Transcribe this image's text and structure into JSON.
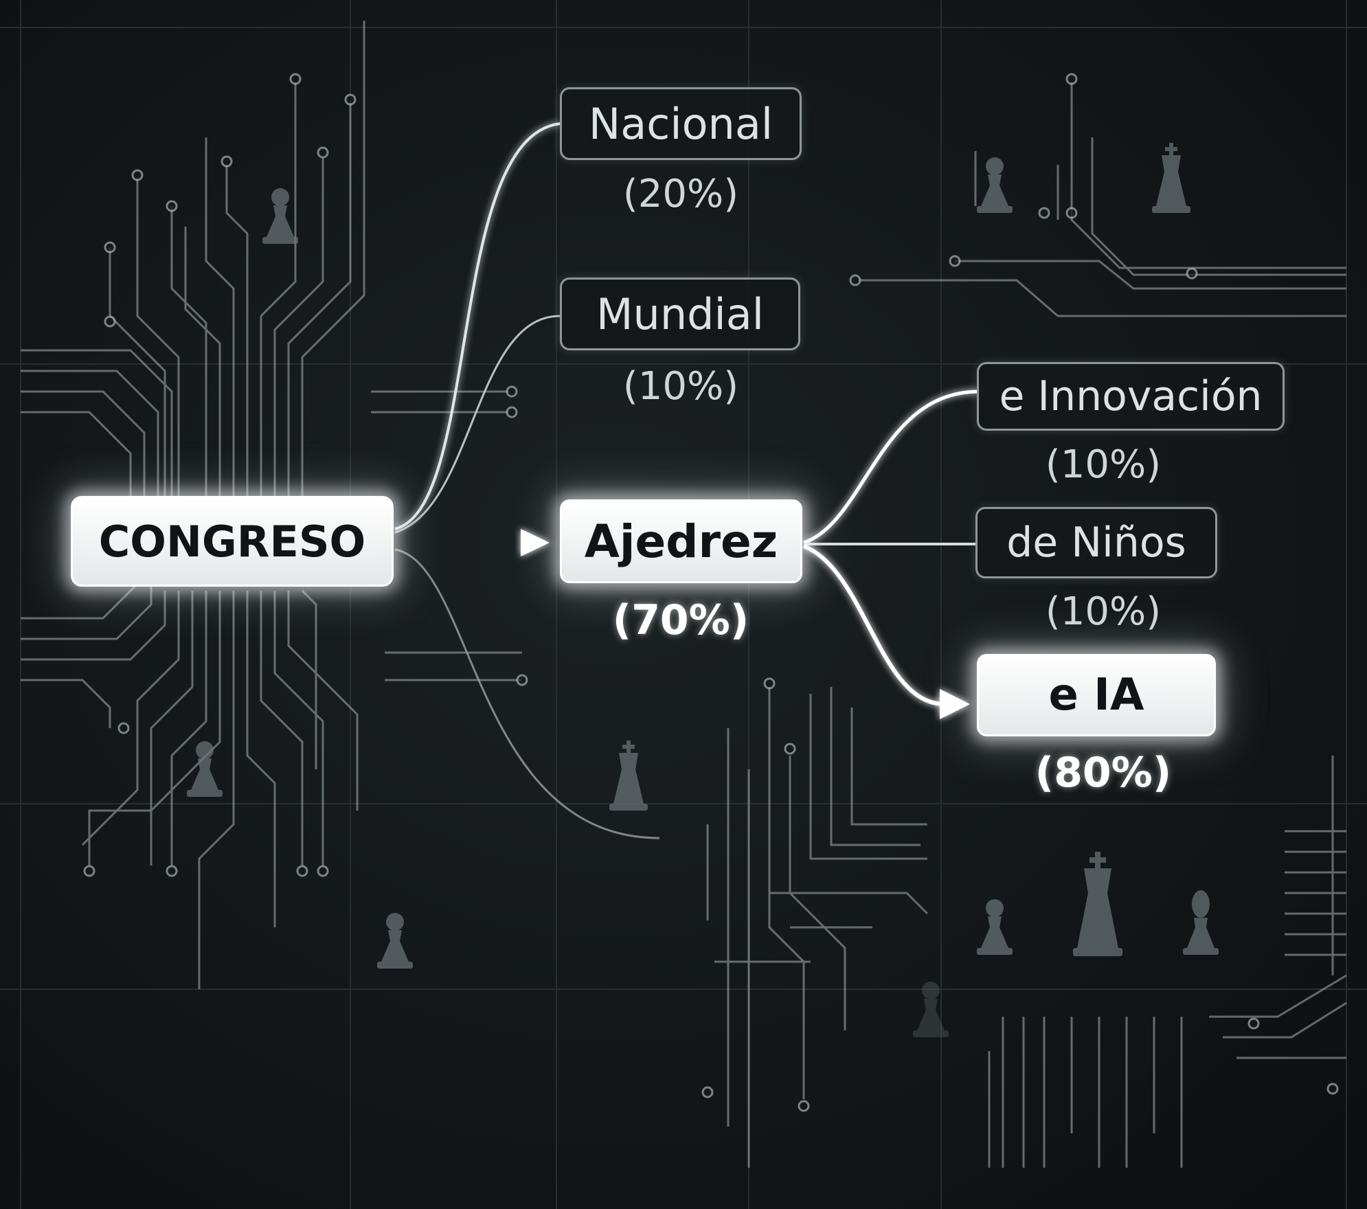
{
  "colors": {
    "background": "#111416",
    "circuit": "#a9b1b5",
    "link_bright": "#ffffff",
    "link_dim": "#b8c0c4",
    "piece": "#6f777b"
  },
  "root": {
    "label": "CONGRESO"
  },
  "branches": [
    {
      "label": "Nacional",
      "percent": "(20%)"
    },
    {
      "label": "Mundial",
      "percent": "(10%)"
    },
    {
      "label": "Ajedrez",
      "percent": "(70%)"
    }
  ],
  "sub_branches": [
    {
      "label": "e Innovación",
      "percent": "(10%)"
    },
    {
      "label": "de Niños",
      "percent": "(10%)"
    },
    {
      "label": "e IA",
      "percent": "(80%)"
    }
  ],
  "decorations": {
    "chess_pieces": [
      "pawn-icon",
      "pawn-icon",
      "king-icon",
      "pawn-icon",
      "pawn-icon",
      "king-icon",
      "pawn-icon",
      "king-icon",
      "bishop-icon",
      "pawn-icon"
    ]
  }
}
